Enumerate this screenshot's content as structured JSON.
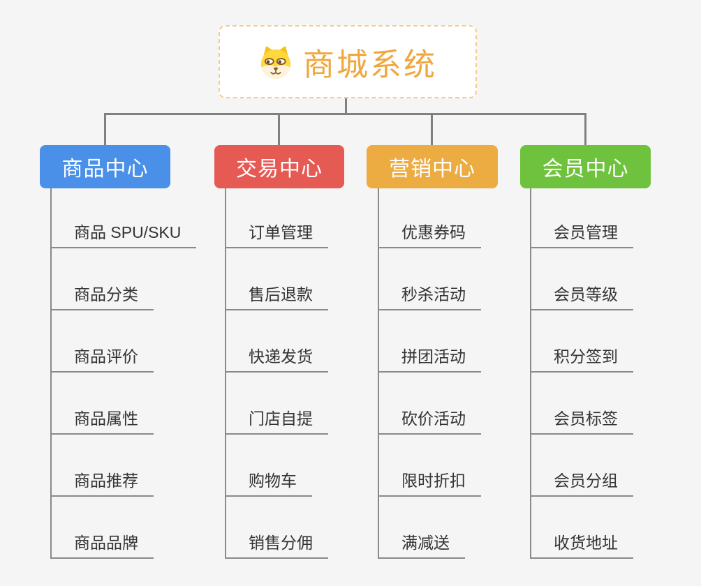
{
  "root": {
    "title": "商城系统",
    "icon": "dog-face"
  },
  "branches": [
    {
      "id": "product",
      "label": "商品中心",
      "color": "#4a90e8",
      "children": [
        "商品 SPU/SKU",
        "商品分类",
        "商品评价",
        "商品属性",
        "商品推荐",
        "商品品牌"
      ]
    },
    {
      "id": "trade",
      "label": "交易中心",
      "color": "#e65a54",
      "children": [
        "订单管理",
        "售后退款",
        "快递发货",
        "门店自提",
        "购物车",
        "销售分佣"
      ]
    },
    {
      "id": "marketing",
      "label": "营销中心",
      "color": "#ecac41",
      "children": [
        "优惠券码",
        "秒杀活动",
        "拼团活动",
        "砍价活动",
        "限时折扣",
        "满减送"
      ]
    },
    {
      "id": "member",
      "label": "会员中心",
      "color": "#6fc23d",
      "children": [
        "会员管理",
        "会员等级",
        "积分签到",
        "会员标签",
        "会员分组",
        "收货地址"
      ]
    }
  ],
  "colors": {
    "background": "#f5f5f5",
    "root_text": "#f0a73d",
    "root_border": "#f4cd8c",
    "connector": "#808080",
    "leaf_text": "#333333",
    "leaf_underline": "#8a8a8a"
  }
}
